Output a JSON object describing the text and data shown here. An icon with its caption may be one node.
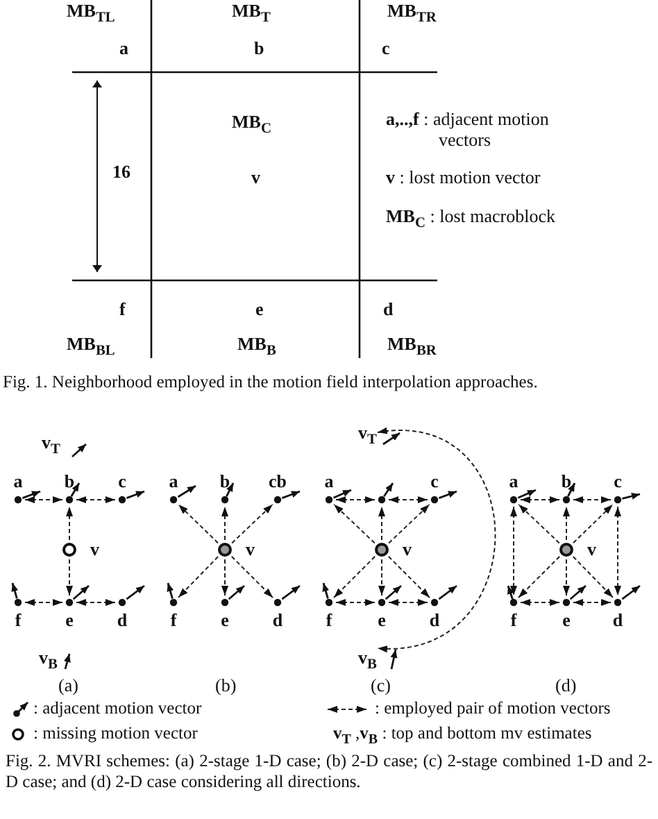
{
  "diagram": {
    "caption": "Fig. 2. MVRI schemes: (a) 2-stage 1-D case; (b) 2-D case; (c) 2-stage combined 1-D and 2-D case; and (d) 2-D case considering all directions.",
    "nodes": [
      {
        "text": [
          "v$_{T}$"
        ]
      },
      {
        "text": [
          "a"
        ]
      },
      {
        "text": [
          "b"
        ]
      },
      {
        "text": [
          "c"
        ]
      },
      {
        "text": [
          "v"
        ]
      },
      {
        "text": [
          "f"
        ]
      },
      {
        "text": [
          "e"
        ]
      },
      {
        "text": [
          "d"
        ]
      },
      {
        "text": [
          "v$_{B}$"
        ]
      },
      {
        "text": [
          "a"
        ]
      },
      {
        "text": [
          "b"
        ]
      },
      {
        "text": [
          "cb"
        ]
      },
      {
        "text": [
          "v"
        ]
      },
      {
        "text": [
          "f"
        ]
      },
      {
        "text": [
          "e"
        ]
      },
      {
        "text": [
          "d"
        ]
      },
      {
        "text": [
          "v$_{T}$"
        ]
      },
      {
        "text": [
          "a"
        ]
      },
      {
        "text": [],
        "shape": "circle"
      },
      {
        "text": [
          "c"
        ]
      },
      {
        "text": [
          "v"
        ]
      },
      {
        "text": [
          "f"
        ]
      },
      {
        "text": [
          "e"
        ]
      },
      {
        "text": [
          "d"
        ]
      },
      {
        "text": [
          "v$_{B}$"
        ]
      },
      {
        "text": [
          "a"
        ]
      },
      {
        "text": [
          "b"
        ]
      },
      {
        "text": [
          "c"
        ]
      },
      {
        "text": [
          "v"
        ]
      },
      {
        "text": [
          "f"
        ]
      },
      {
        "text": [
          "e"
        ]
      },
      {
        "text": [
          "d"
        ]
      }
    ],
    "edges": [
      {
        "from": 1,
        "to": 2,
        "arrow": "both",
        "style": "dashed"
      },
      {
        "from": 2,
        "to": 3,
        "arrow": "both",
        "style": "dashed"
      },
      {
        "from": 4,
        "to": 2,
        "arrow": "to",
        "style": "dashed"
      },
      {
        "from": 4,
        "to": 6,
        "arrow": "to",
        "style": "dashed"
      },
      {
        "from": 5,
        "to": 6,
        "arrow": "both",
        "style": "dashed"
      },
      {
        "from": 6,
        "to": 7,
        "arrow": "both",
        "style": "dashed"
      },
      {
        "from": 12,
        "to": 9,
        "arrow": "to",
        "style": "dashed"
      },
      {
        "from": 12,
        "to": 10,
        "arrow": "to",
        "style": "dashed"
      },
      {
        "from": 12,
        "to": 11,
        "arrow": "to",
        "style": "dashed"
      },
      {
        "from": 12,
        "to": 13,
        "arrow": "to",
        "style": "dashed"
      },
      {
        "from": 12,
        "to": 14,
        "arrow": "to",
        "style": "dashed"
      },
      {
        "from": 12,
        "to": 15,
        "arrow": "to",
        "style": "dashed"
      },
      {
        "from": 17,
        "to": 18,
        "arrow": "both",
        "style": "dashed"
      },
      {
        "from": 18,
        "to": 19,
        "arrow": "both",
        "style": "dashed"
      },
      {
        "from": 20,
        "to": 17,
        "arrow": "to",
        "style": "dashed"
      },
      {
        "from": 20,
        "to": 18,
        "arrow": "to",
        "style": "dashed"
      },
      {
        "from": 20,
        "to": 19,
        "arrow": "to",
        "style": "dashed"
      },
      {
        "from": 20,
        "to": 21,
        "arrow": "to",
        "style": "dashed"
      },
      {
        "from": 20,
        "to": 22,
        "arrow": "to",
        "style": "dashed"
      },
      {
        "from": 20,
        "to": 23,
        "arrow": "to",
        "style": "dashed"
      },
      {
        "from": 21,
        "to": 22,
        "arrow": "both",
        "style": "dashed"
      },
      {
        "from": 22,
        "to": 23,
        "arrow": "both",
        "style": "dashed"
      },
      {
        "from": 16,
        "to": 24,
        "arrow": "both",
        "style": "dashed"
      },
      {
        "from": 25,
        "to": 26,
        "arrow": "both",
        "style": "dashed"
      },
      {
        "from": 26,
        "to": 27,
        "arrow": "both",
        "style": "dashed"
      },
      {
        "from": 28,
        "to": 25,
        "arrow": "to",
        "style": "dashed"
      },
      {
        "from": 28,
        "to": 26,
        "arrow": "to",
        "style": "dashed"
      },
      {
        "from": 28,
        "to": 27,
        "arrow": "to",
        "style": "dashed"
      },
      {
        "from": 28,
        "to": 29,
        "arrow": "to",
        "style": "dashed"
      },
      {
        "from": 28,
        "to": 30,
        "arrow": "to",
        "style": "dashed"
      },
      {
        "from": 28,
        "to": 31,
        "arrow": "to",
        "style": "dashed"
      },
      {
        "from": 29,
        "to": 30,
        "arrow": "both",
        "style": "dashed"
      },
      {
        "from": 30,
        "to": 31,
        "arrow": "both",
        "style": "dashed"
      },
      {
        "from": 25,
        "to": 29,
        "arrow": "both",
        "style": "dashed"
      },
      {
        "from": 27,
        "to": 31,
        "arrow": "both",
        "style": "dashed"
      }
    ],
    "labels": [
      "MB$_{TL}$",
      "MB$_{T}$",
      "MB$_{TR}$",
      "a",
      "b",
      "c",
      "MB$_{C}$",
      "**a,..,f** : adjacent motion vectors",
      "16",
      "v",
      "**v** : lost motion vector",
      "**MB**$_{C}$ : lost macroblock",
      "f",
      "e",
      "d",
      "MB$_{BL}$",
      "MB$_{B}$",
      "MB$_{BR}$",
      "Fig. 1. Neighborhood employed in the motion field interpolation approaches.",
      "(a)",
      "(b)",
      "(c)",
      "(d)"
    ],
    "legend": [
      {
        "text": ": adjacent motion vector"
      },
      {
        "text": ": missing motion vector"
      },
      {
        "text": ": employed pair of motion vectors"
      },
      {
        "text": "**v**$_{T}$ ,**v**$_{B}$ : top and bottom mv estimates"
      }
    ]
  }
}
